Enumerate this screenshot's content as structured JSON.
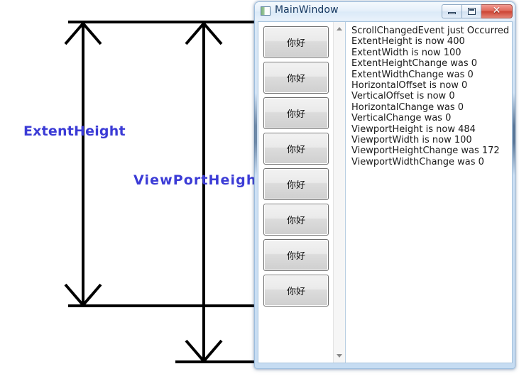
{
  "diagram": {
    "extent_height_label": "ExtentHeight",
    "viewport_height_label": "ViewPortHeight",
    "label_color": "#3b3bd6",
    "line_color": "#000000"
  },
  "window": {
    "title": "MainWindow",
    "icon": "app-icon",
    "controls": {
      "minimize": "–",
      "maximize": "❐",
      "close": "✕"
    }
  },
  "button_panel": {
    "buttons": [
      {
        "label": "你好"
      },
      {
        "label": "你好"
      },
      {
        "label": "你好"
      },
      {
        "label": "你好"
      },
      {
        "label": "你好"
      },
      {
        "label": "你好"
      },
      {
        "label": "你好"
      },
      {
        "label": "你好"
      }
    ],
    "scrollbar": {
      "up_arrow": "scroll-up-arrow",
      "down_arrow": "scroll-down-arrow"
    }
  },
  "event_log": {
    "lines": [
      "ScrollChangedEvent just Occurred",
      "ExtentHeight is now 400",
      "ExtentWidth is now 100",
      "ExtentHeightChange was 0",
      "ExtentWidthChange was 0",
      "HorizontalOffset is now 0",
      "VerticalOffset is now 0",
      "HorizontalChange was 0",
      "VerticalChange was 0",
      "ViewportHeight is now 484",
      "ViewportWidth is now 100",
      "ViewportHeightChange was 172",
      "ViewportWidthChange was 0"
    ]
  }
}
